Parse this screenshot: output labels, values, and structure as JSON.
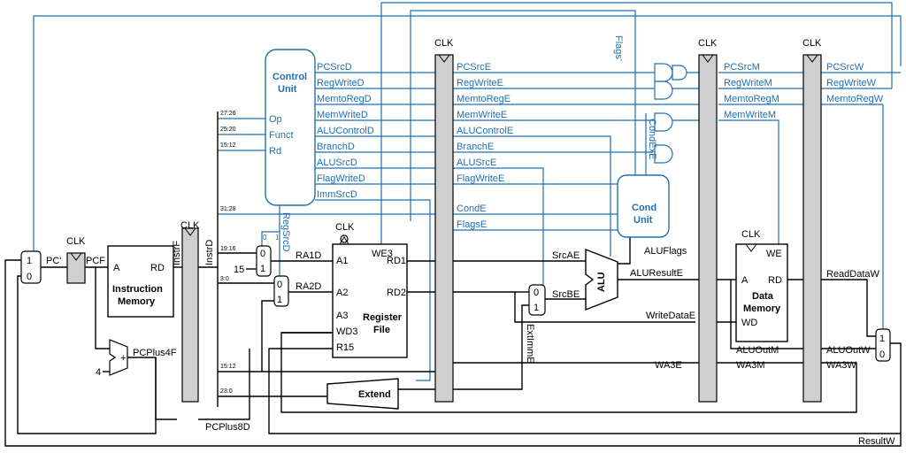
{
  "colors": {
    "control": "#1f6fb4",
    "datapath": "#000000",
    "register": "#cfcfcf"
  },
  "clk_label": "CLK",
  "blocks": {
    "instruction_memory": [
      "Instruction",
      "Memory"
    ],
    "register_file": [
      "Register",
      "File"
    ],
    "data_memory": [
      "Data",
      "Memory"
    ],
    "control_unit": [
      "Control",
      "Unit"
    ],
    "cond_unit": [
      "Cond",
      "Unit"
    ],
    "extend": "Extend",
    "alu": "ALU"
  },
  "ports": {
    "imem_a": "A",
    "imem_rd": "RD",
    "rf_a1": "A1",
    "rf_a2": "A2",
    "rf_a3": "A3",
    "rf_wd3": "WD3",
    "rf_r15": "R15",
    "rf_we3": "WE3",
    "rf_rd1": "RD1",
    "rf_rd2": "RD2",
    "dm_a": "A",
    "dm_rd": "RD",
    "dm_wd": "WD",
    "dm_we": "WE",
    "cu_op": "Op",
    "cu_funct": "Funct",
    "cu_rd": "Rd"
  },
  "bit_fields": [
    "27:26",
    "25:20",
    "15:12",
    "31:28",
    "19:16",
    "3:0",
    "15:12",
    "23:0"
  ],
  "control_d": [
    "PCSrcD",
    "RegWriteD",
    "MemtoRegD",
    "MemWriteD",
    "ALUControlD",
    "BranchD",
    "ALUSrcD",
    "FlagWriteD",
    "ImmSrcD"
  ],
  "control_e": [
    "PCSrcE",
    "RegWriteE",
    "MemtoRegE",
    "MemWriteE",
    "ALUControlE",
    "BranchE",
    "ALUSrcE",
    "FlagWriteE",
    "CondE",
    "FlagsE"
  ],
  "control_m": [
    "PCSrcM",
    "RegWriteM",
    "MemtoRegM",
    "MemWriteM"
  ],
  "control_w": [
    "PCSrcW",
    "RegWriteW",
    "MemtoRegW"
  ],
  "signals": {
    "pc_prime": "PC'",
    "pcf": "PCF",
    "instrf": "InstrF",
    "instrd": "InstrD",
    "pcplus4f": "PCPlus4F",
    "pcplus8d": "PCPlus8D",
    "const4": "4",
    "const15": "15",
    "ra1d": "RA1D",
    "ra2d": "RA2D",
    "regsrcd": "RegSrcD",
    "srcae": "SrcAE",
    "srcbe": "SrcBE",
    "extimme": "ExtImmE",
    "writedatae": "WriteDataE",
    "aluflags": "ALUFlags",
    "aluresulte": "ALUResultE",
    "aluoutm": "ALUOutM",
    "aluoutw": "ALUOutW",
    "readdataw": "ReadDataW",
    "wa3e": "WA3E",
    "wa3m": "WA3M",
    "wa3w": "WA3W",
    "resultw": "ResultW",
    "flags_prime": "Flags'",
    "condexe": "CondExE"
  },
  "mux_labels": {
    "zero": "0",
    "one": "1"
  }
}
